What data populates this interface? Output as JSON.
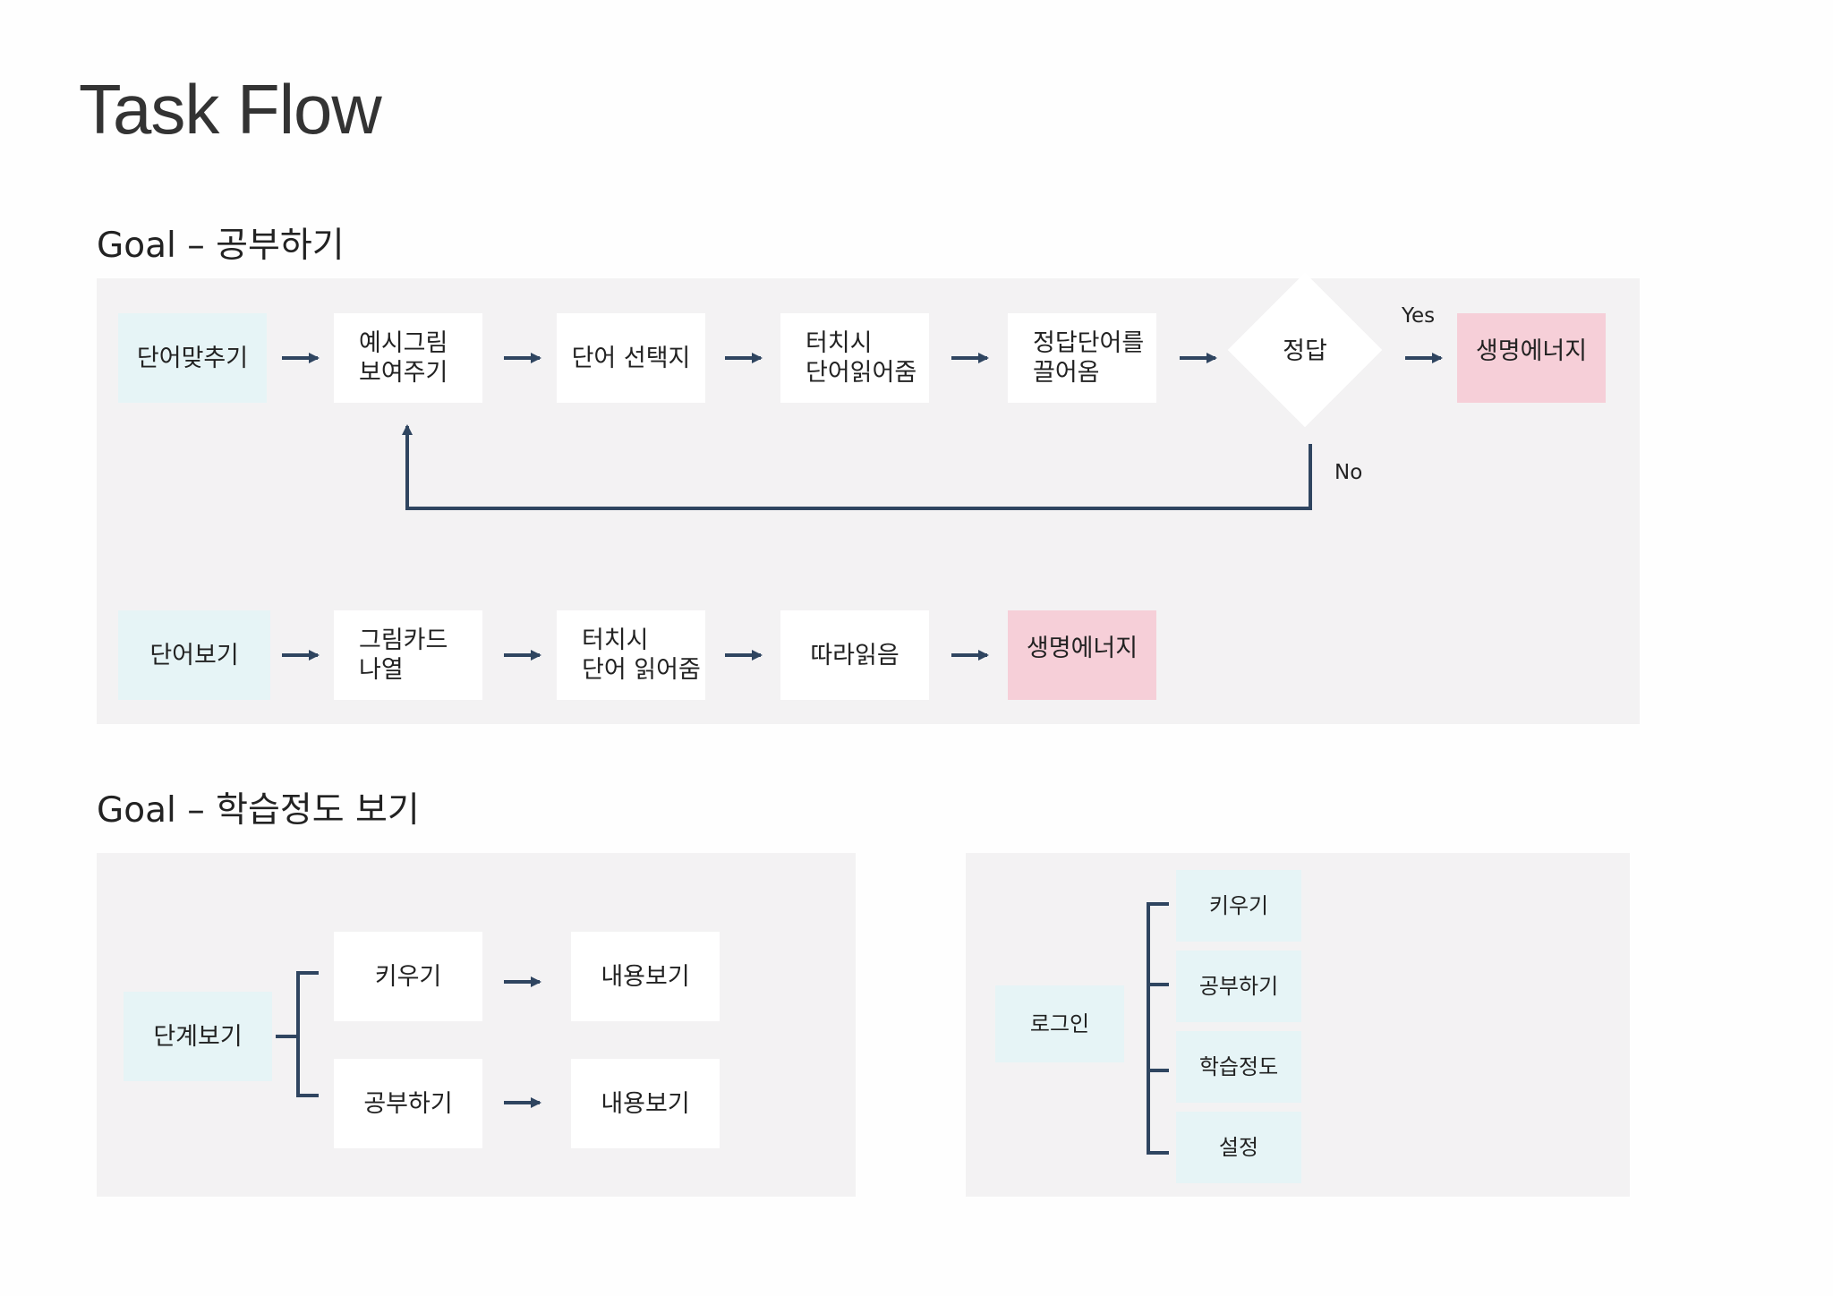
{
  "title": "Task Flow",
  "goal1": {
    "heading": "Goal – 공부하기",
    "flow_a": {
      "start": "단어맞추기",
      "step1": "예시그림\n보여주기",
      "step2": "단어 선택지",
      "step3": "터치시\n단어읽어줌",
      "step4": "정답단어를\n끌어옴",
      "decision": "정답",
      "yes_label": "Yes",
      "no_label": "No",
      "end": "생명에너지"
    },
    "flow_b": {
      "start": "단어보기",
      "step1": "그림카드\n나열",
      "step2": "터치시\n단어 읽어줌",
      "step3": "따라읽음",
      "end": "생명에너지"
    }
  },
  "goal2": {
    "heading": "Goal – 학습정도 보기",
    "left": {
      "root": "단계보기",
      "branch1": "키우기",
      "branch1_result": "내용보기",
      "branch2": "공부하기",
      "branch2_result": "내용보기"
    },
    "right": {
      "root": "로그인",
      "items": [
        "키우기",
        "공부하기",
        "학습정도",
        "설정"
      ]
    }
  },
  "colors": {
    "arrow": "#2f4560",
    "panel": "#f3f2f3",
    "mint": "#e6f4f6",
    "pink": "#f6cfd8"
  }
}
